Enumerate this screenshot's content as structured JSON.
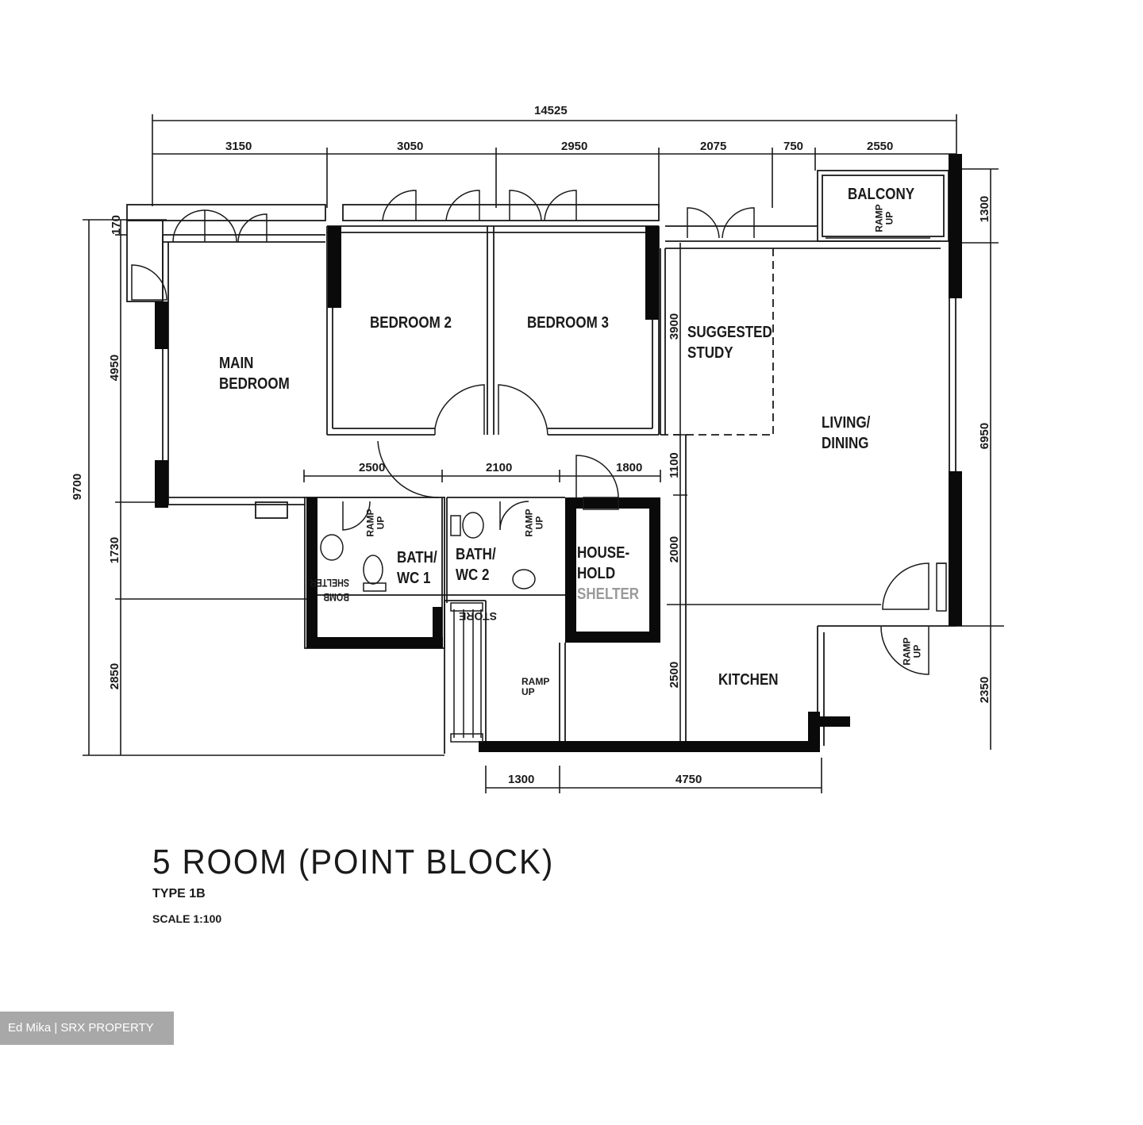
{
  "plan": {
    "title": "5 ROOM (POINT BLOCK)",
    "type": "TYPE 1B",
    "scale": "SCALE  1:100"
  },
  "rooms": {
    "main_bedroom": "MAIN\nBEDROOM",
    "bedroom2": "BEDROOM 2",
    "bedroom3": "BEDROOM 3",
    "suggested_study": "SUGGESTED\nSTUDY",
    "living_dining": "LIVING/\nDINING",
    "balcony": "BALCONY",
    "bath1": "BATH/\nWC 1",
    "bath2": "BATH/\nWC 2",
    "household_shelter_a": "HOUSE-\nHOLD",
    "household_shelter_b": "SHELTER",
    "kitchen": "KITCHEN",
    "bomb_shelter_mirror": "BOMB\nSHELTER",
    "store_mirror": "STORE",
    "ramp_up": "RAMP\nUP"
  },
  "dimensions": {
    "overall_width": "14525",
    "top_segments": [
      "3150",
      "3050",
      "2950",
      "2075",
      "750",
      "2550"
    ],
    "left_overall": "9700",
    "left_170": "170",
    "left_4950": "4950",
    "left_1730": "1730",
    "left_2850": "2850",
    "inner_2500": "2500",
    "inner_2100": "2100",
    "inner_1800": "1800",
    "study_3900": "3900",
    "study_1100": "1100",
    "study_2000": "2000",
    "study_2500": "2500",
    "right_1300": "1300",
    "right_6950": "6950",
    "right_2350": "2350",
    "bottom_1300": "1300",
    "bottom_4750": "4750"
  },
  "watermark": "Ed Mika | SRX PROPERTY"
}
